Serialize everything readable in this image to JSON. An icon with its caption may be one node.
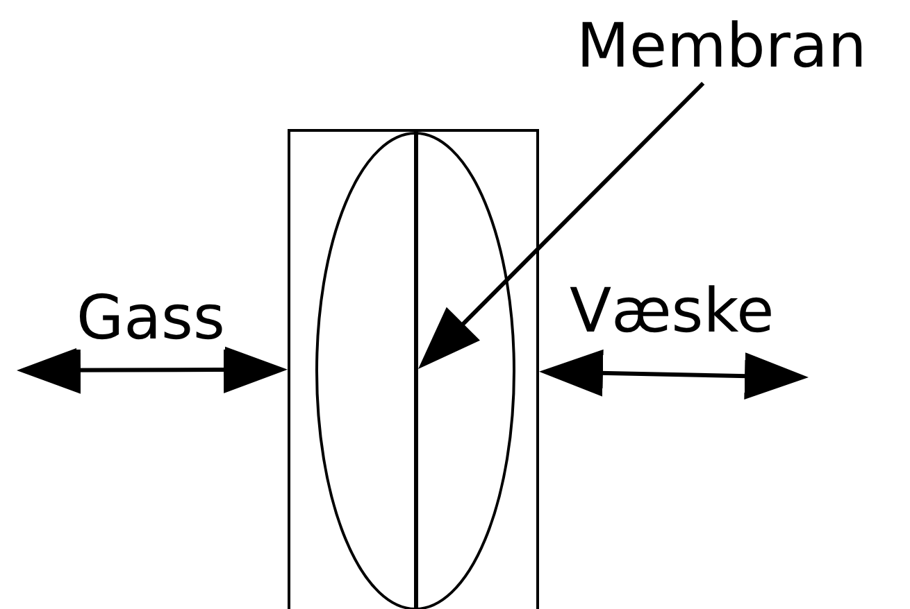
{
  "diagram": {
    "nodes": [
      {
        "text": [],
        "shape": "box"
      },
      {
        "text": [],
        "shape": "ellipse",
        "in": 0
      },
      {
        "text": [],
        "shape": "line",
        "in": 1
      },
      {
        "text": [
          "Membran"
        ]
      }
    ],
    "edges": [
      {
        "from": null,
        "to": 0,
        "arrow": "both",
        "label": "Gass"
      },
      {
        "from": 0,
        "to": null,
        "arrow": "both",
        "label": "Væske"
      },
      {
        "from": 3,
        "to": 2,
        "arrow": "to"
      }
    ]
  }
}
